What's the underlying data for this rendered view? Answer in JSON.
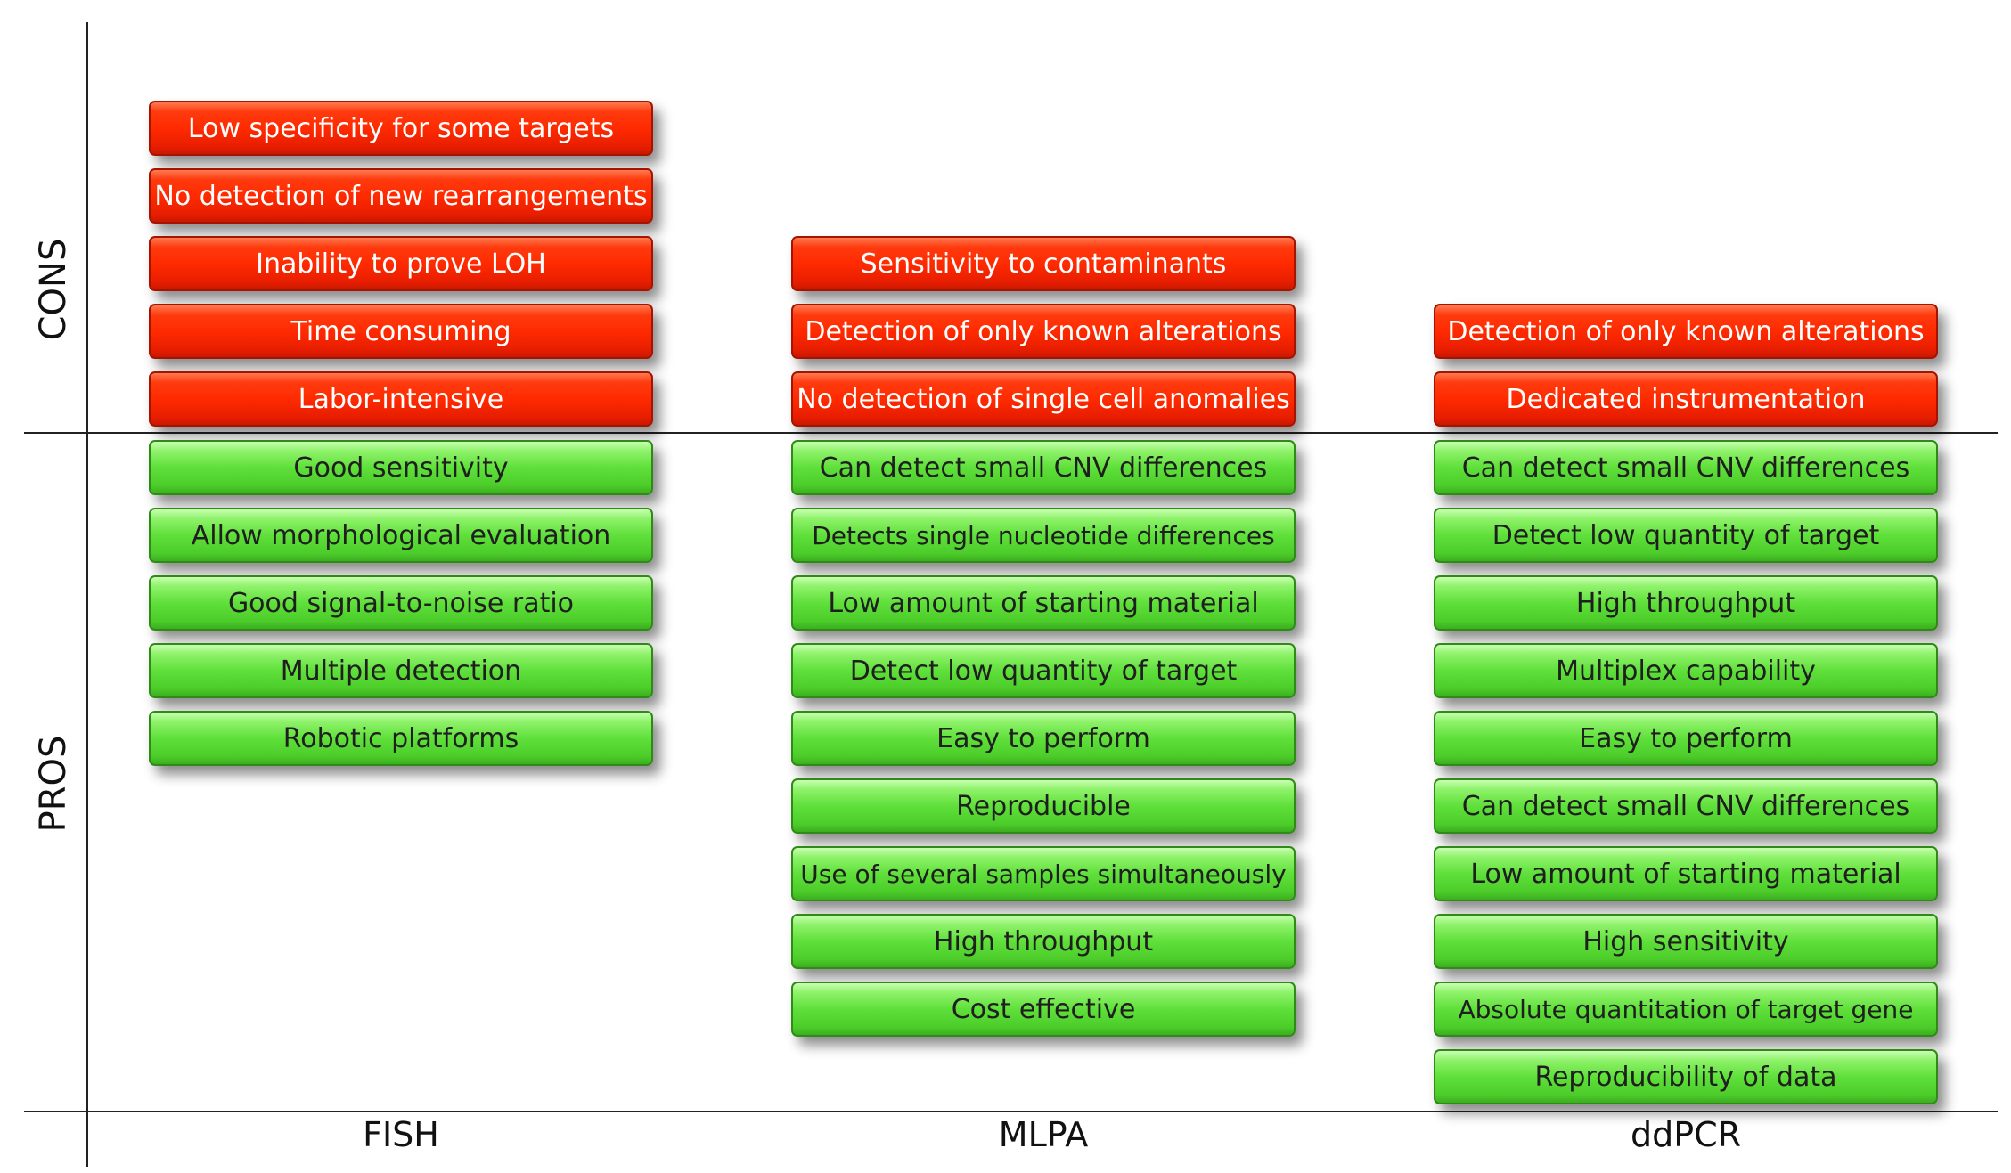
{
  "side_labels": {
    "cons": "CONS",
    "pros": "PROS"
  },
  "columns": [
    {
      "name": "FISH",
      "cons": [
        "Low specificity for some targets",
        "No detection of new rearrangements",
        "Inability to prove LOH",
        "Time consuming",
        "Labor-intensive"
      ],
      "pros": [
        "Good sensitivity",
        "Allow morphological evaluation",
        "Good signal-to-noise ratio",
        "Multiple detection",
        "Robotic platforms"
      ]
    },
    {
      "name": "MLPA",
      "cons": [
        "Sensitivity to contaminants",
        "Detection of only known alterations",
        "No detection of single cell anomalies"
      ],
      "pros": [
        "Can detect small CNV differences",
        "Detects single nucleotide differences",
        "Low amount of starting material",
        "Detect low quantity of target",
        "Easy to perform",
        "Reproducible",
        "Use of several samples simultaneously",
        "High throughput",
        "Cost effective"
      ]
    },
    {
      "name": "ddPCR",
      "cons": [
        "Detection of only known alterations",
        "Dedicated instrumentation"
      ],
      "pros": [
        "Can detect small CNV differences",
        "Detect low quantity of target",
        "High throughput",
        "Multiplex capability",
        "Easy to perform",
        "Can detect small CNV differences",
        "Low amount of starting material",
        "High sensitivity",
        "Absolute quantitation of target gene",
        "Reproducibility of data"
      ]
    }
  ],
  "colors": {
    "cons": "#ff2a00",
    "pros": "#5fe03a"
  }
}
